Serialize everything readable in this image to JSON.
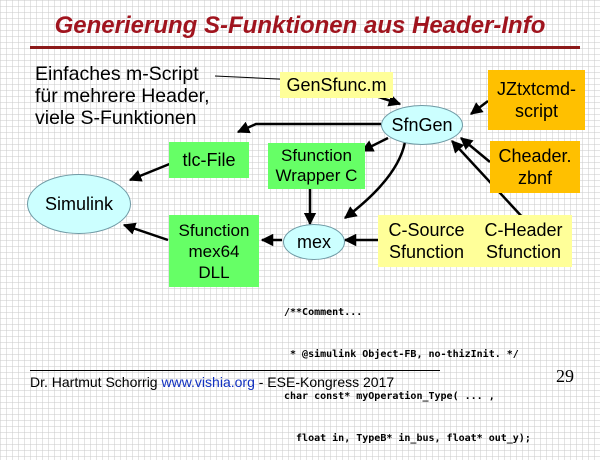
{
  "title": "Generierung S-Funktionen aus Header-Info",
  "description": [
    "Einfaches m-Script",
    "für mehrere Header,",
    "viele S-Funktionen"
  ],
  "nodes": {
    "gensfunc": "GenSfunc.m",
    "jztxtcmd": [
      "JZtxtcmd-",
      "script"
    ],
    "sfngen": "SfnGen",
    "cheader_zbnf": [
      "Cheader.",
      "zbnf"
    ],
    "tlc_file": "tlc-File",
    "wrapper": [
      "Sfunction",
      "Wrapper C"
    ],
    "simulink": "Simulink",
    "mex": "mex",
    "mex64": [
      "Sfunction",
      "mex64",
      "DLL"
    ],
    "csource": [
      "C-Source",
      "Sfunction"
    ],
    "cheader": [
      "C-Header",
      "Sfunction"
    ]
  },
  "code": [
    "/**Comment...",
    " * @simulink Object-FB, no-thizInit. */",
    "char const* myOperation_Type( ... ,",
    "  float in, TypeB* in_bus, float* out_y);"
  ],
  "footer": {
    "author": "Dr. Hartmut Schorrig ",
    "link": "www.vishia.org",
    "event": " - ESE-Kongress 2017"
  },
  "page_number": "29",
  "colors": {
    "title": "#a0141e",
    "light_yellow": "#ffff99",
    "orange": "#ffc000",
    "green": "#66ff66",
    "ellipse": "#ccffff",
    "link": "#1030c0"
  }
}
